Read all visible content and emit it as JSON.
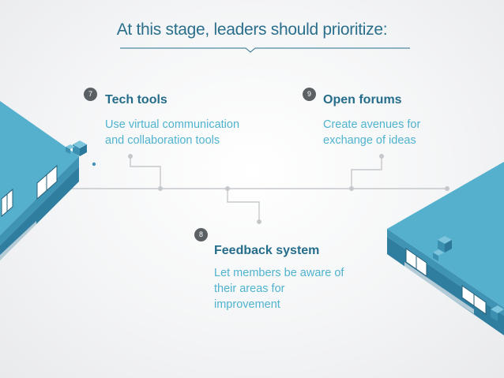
{
  "title": "At this stage, leaders should prioritize:",
  "items": [
    {
      "number": "7",
      "title": "Tech tools",
      "desc_lines": [
        "Use virtual communication",
        "and collaboration tools"
      ]
    },
    {
      "number": "8",
      "title": "Feedback system",
      "desc_lines": [
        "Let members be aware of",
        "their areas for",
        "improvement"
      ]
    },
    {
      "number": "9",
      "title": "Open forums",
      "desc_lines": [
        "Create avenues for",
        "exchange of ideas"
      ]
    }
  ],
  "colors": {
    "title": "#2a6f8c",
    "item_title": "#266d8b",
    "desc": "#4fb3cf",
    "badge": "#5a6064",
    "connector": "#c5c8cb",
    "building_top": "#55b0cd",
    "building_side": "#2f7e9f"
  }
}
